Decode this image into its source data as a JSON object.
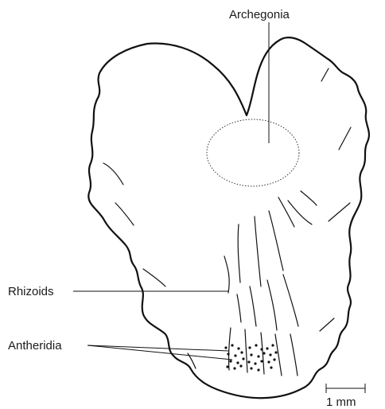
{
  "labels": {
    "archegonia": "Archegonia",
    "rhizoids": "Rhizoids",
    "antheridia": "Antheridia"
  },
  "scale_bar": {
    "label": "1 mm"
  }
}
